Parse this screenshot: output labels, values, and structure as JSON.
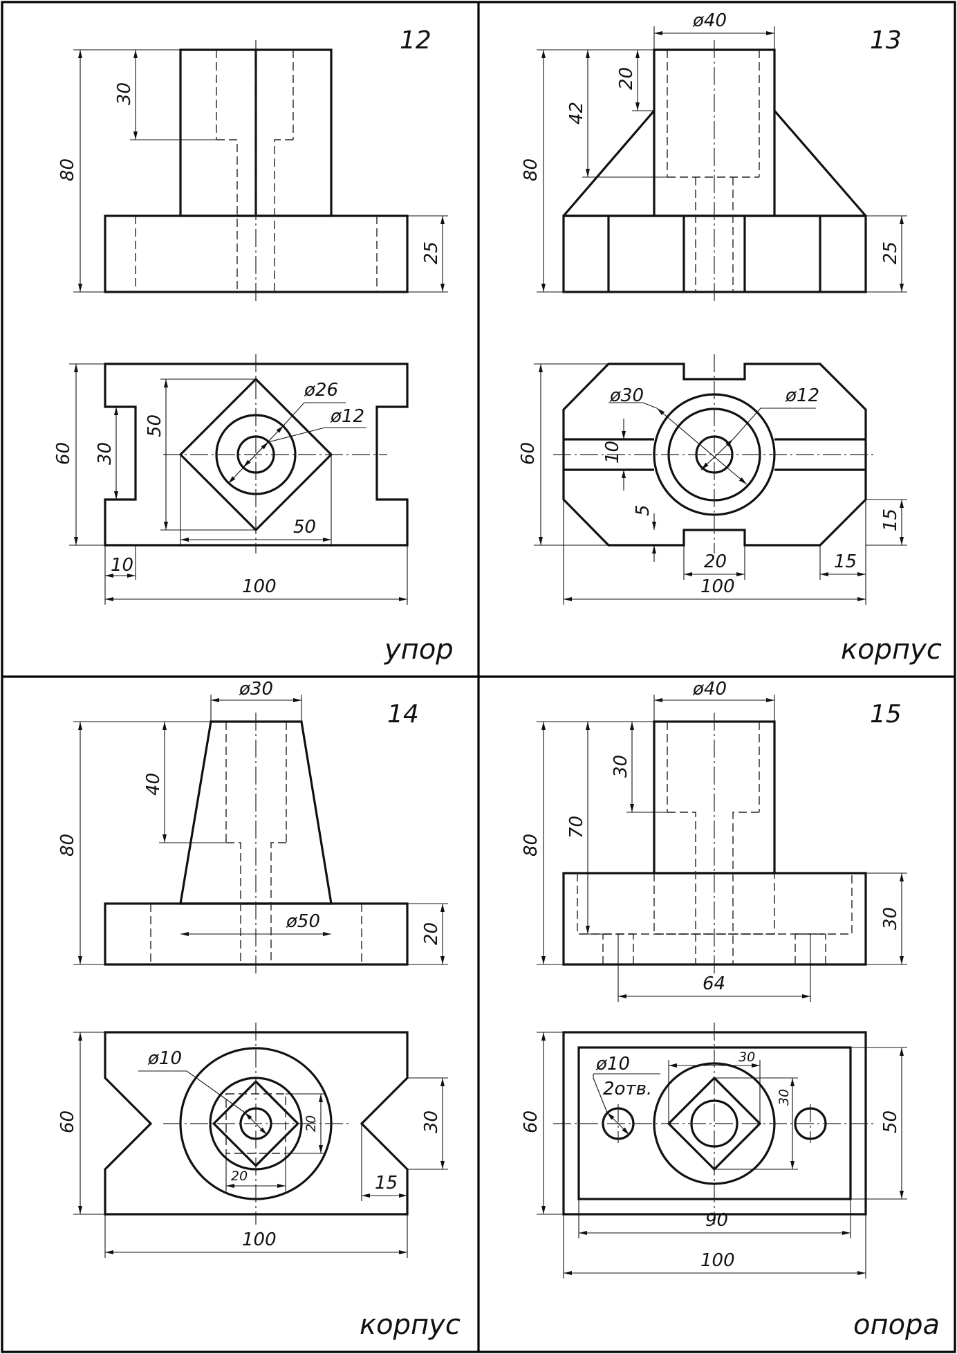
{
  "panels": [
    {
      "number": "12",
      "name": "упор"
    },
    {
      "number": "13",
      "name": "корпус"
    },
    {
      "number": "14",
      "name": "корпус"
    },
    {
      "number": "15",
      "name": "опора"
    }
  ],
  "dims": {
    "p12": {
      "h30": "30",
      "h80": "80",
      "h25": "25",
      "d26": "ø26",
      "d12": "ø12",
      "h50v": "50",
      "w50": "50",
      "h60": "60",
      "h30b": "30",
      "w10": "10",
      "w100": "100"
    },
    "p13": {
      "d40": "ø40",
      "h20": "20",
      "h42": "42",
      "h80": "80",
      "h25": "25",
      "d30": "ø30",
      "d12": "ø12",
      "h60": "60",
      "h10": "10",
      "h5": "5",
      "w20": "20",
      "w15": "15",
      "h15": "15",
      "w100": "100"
    },
    "p14": {
      "d30": "ø30",
      "h40": "40",
      "h80": "80",
      "d50": "ø50",
      "h20": "20",
      "d10": "ø10",
      "h60": "60",
      "h20s": "20",
      "w20s": "20",
      "h30": "30",
      "w15": "15",
      "w100": "100"
    },
    "p15": {
      "d40": "ø40",
      "h30": "30",
      "h70": "70",
      "h80": "80",
      "h30b": "30",
      "w64": "64",
      "d10": "ø10",
      "holes": "2отв.",
      "w30s": "30",
      "h30s": "30",
      "h60": "60",
      "h50": "50",
      "w90": "90",
      "w100": "100"
    }
  }
}
